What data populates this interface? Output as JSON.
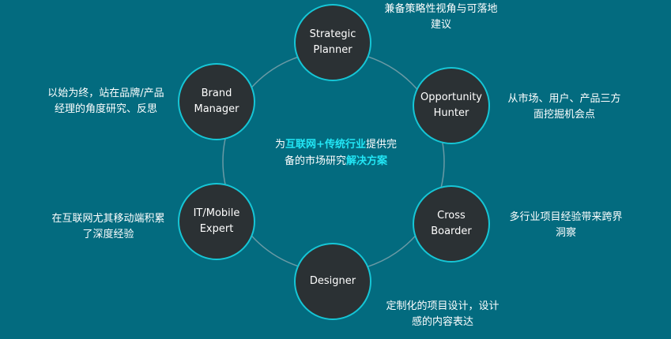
{
  "colors": {
    "background": "#036b7f",
    "node_fill": "#2b3134",
    "node_border": "#16c6d6",
    "highlight": "#22e6f5",
    "ring": "#6a9aa5"
  },
  "center": {
    "line1_prefix": "为",
    "line1_highlight": "互联网+传统行业",
    "line1_suffix": "提供完",
    "line2_prefix": "备的市场研究",
    "line2_highlight": "解决方案"
  },
  "nodes": {
    "strategic_planner": {
      "label": "Strategic\nPlanner",
      "desc_line1": "兼备策略性视角与可落地",
      "desc_line2": "建议"
    },
    "opportunity_hunter": {
      "label": "Opportunity\nHunter",
      "desc_line1": "从市场、用户、产品三方",
      "desc_line2": "面挖掘机会点"
    },
    "cross_boarder": {
      "label": "Cross\nBoarder",
      "desc_line1": "多行业项目经验带来跨界",
      "desc_line2": "洞察"
    },
    "designer": {
      "label": "Designer",
      "desc_line1": "定制化的项目设计，设计",
      "desc_line2": "感的内容表达"
    },
    "it_mobile_expert": {
      "label": "IT/Mobile\nExpert",
      "desc_line1": "在互联网尤其移动端积累",
      "desc_line2": "了深度经验"
    },
    "brand_manager": {
      "label": "Brand\nManager",
      "desc_line1": "以始为终，站在品牌/产品",
      "desc_line2": "经理的角度研究、反思"
    }
  }
}
